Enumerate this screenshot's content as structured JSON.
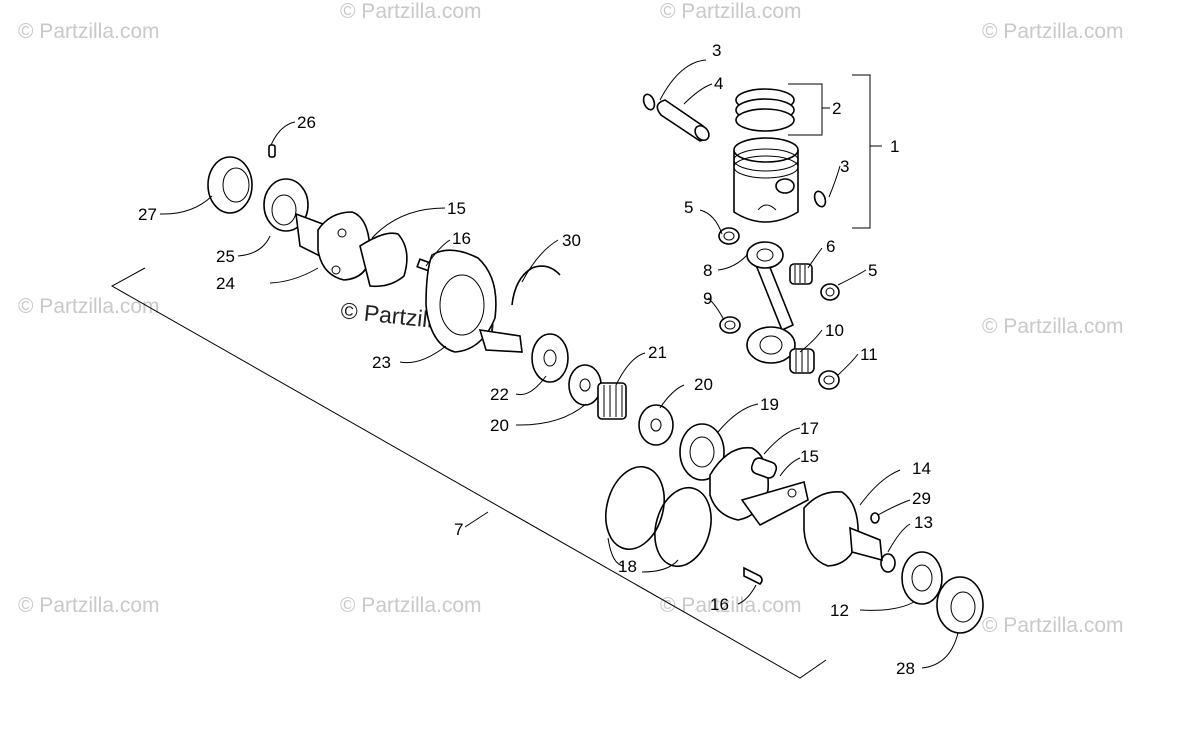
{
  "watermark": {
    "text": "© Partzilla.com",
    "center_text": "© Partzilla.com",
    "color": "#c9c9c9"
  },
  "callouts": {
    "c1": "1",
    "c2": "2",
    "c3a": "3",
    "c3b": "3",
    "c4": "4",
    "c5a": "5",
    "c5b": "5",
    "c6": "6",
    "c7": "7",
    "c8": "8",
    "c9": "9",
    "c10": "10",
    "c11": "11",
    "c12": "12",
    "c13": "13",
    "c14": "14",
    "c15a": "15",
    "c15b": "15",
    "c16a": "16",
    "c16b": "16",
    "c17": "17",
    "c18": "18",
    "c19": "19",
    "c20a": "20",
    "c20b": "20",
    "c21": "21",
    "c22": "22",
    "c23": "23",
    "c24": "24",
    "c25": "25",
    "c26": "26",
    "c27": "27",
    "c28": "28",
    "c29": "29",
    "c30": "30"
  }
}
